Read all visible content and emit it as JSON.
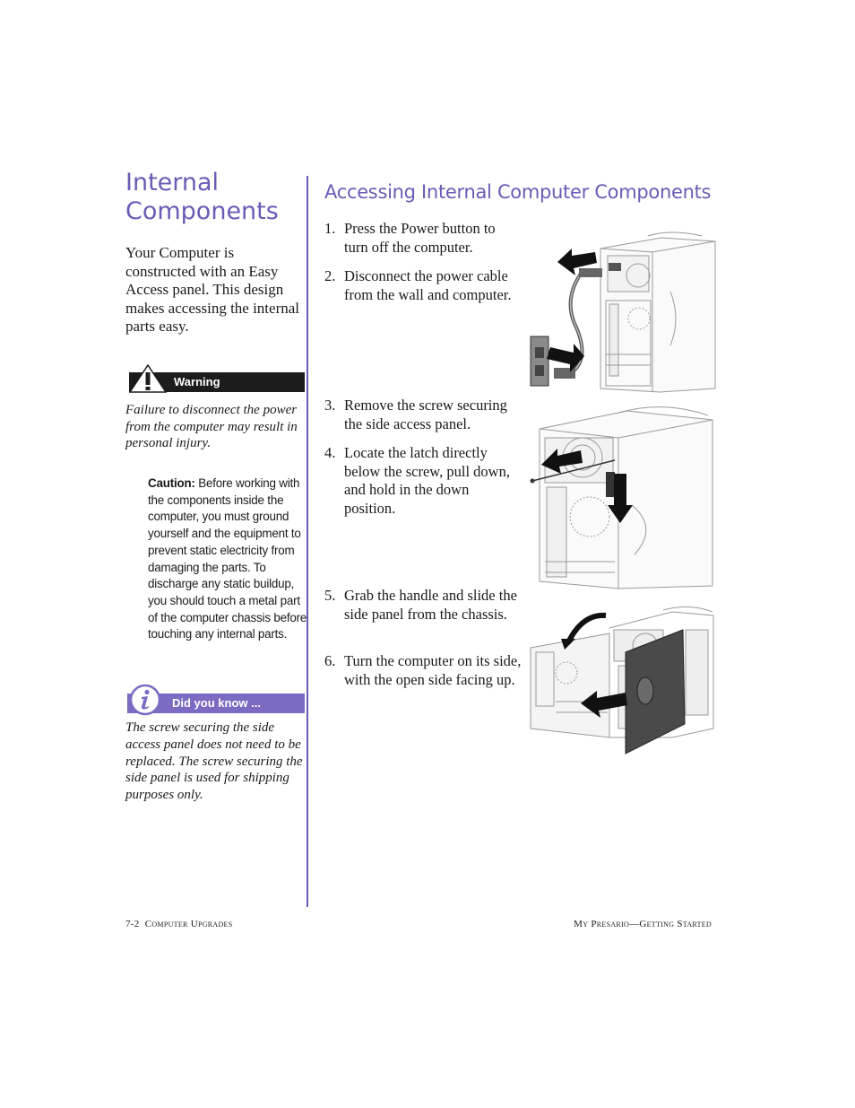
{
  "sidebar": {
    "title_line1": "Internal",
    "title_line2": "Components",
    "intro": "Your Computer is constructed with an Easy Access panel. This design makes accessing the internal parts easy.",
    "warning": {
      "label": "Warning",
      "text": "Failure to disconnect the power from the computer may result in personal injury."
    },
    "caution": {
      "label": "Caution:",
      "text": " Before working with the components inside the computer, you must ground yourself and the equipment to prevent static electricity from damaging the parts. To discharge any static buildup, you should touch a metal part of the computer chassis before touching any internal parts."
    },
    "did_you_know": {
      "label": "Did you know ...",
      "text": "The screw securing the side access panel does not need to be replaced. The screw securing the side panel is used for shipping purposes only."
    }
  },
  "main": {
    "title": "Accessing Internal Computer Components",
    "steps": [
      {
        "num": "1.",
        "text": "Press the Power button to turn off the computer."
      },
      {
        "num": "2.",
        "text": "Disconnect the power cable from the wall and computer."
      },
      {
        "num": "3.",
        "text": "Remove the screw securing the side access panel."
      },
      {
        "num": "4.",
        "text": "Locate the latch directly below the screw, pull down, and hold in the down position."
      },
      {
        "num": "5.",
        "text": "Grab the handle and slide the side panel from the chassis."
      },
      {
        "num": "6.",
        "text": "Turn the computer on its side, with the open side facing up."
      }
    ]
  },
  "footer": {
    "page": "7-2",
    "section": "Computer Upgrades",
    "book": "My Presario—Getting Started"
  },
  "colors": {
    "accent": "#6a5bb5",
    "did_you_know_bar": "#7b6bc2",
    "warning_bar": "#1c1c1c"
  },
  "icons": [
    "warning-triangle-icon",
    "info-icon"
  ]
}
